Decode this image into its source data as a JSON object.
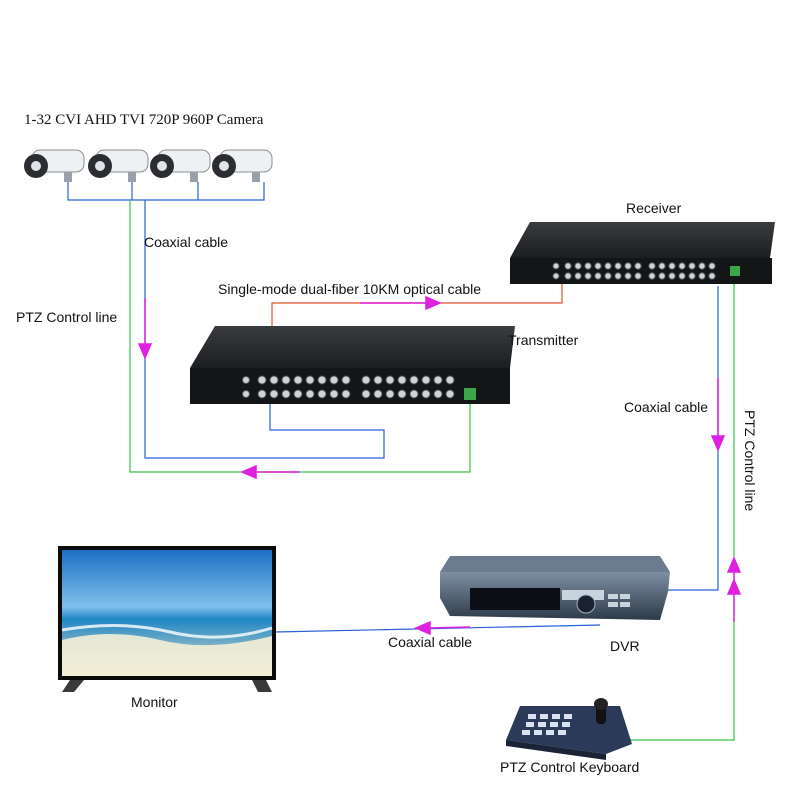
{
  "labels": {
    "camera": "1-32 CVI AHD TVI 720P 960P Camera",
    "coax_top": "Coaxial cable",
    "optical": "Single-mode dual-fiber 10KM optical cable",
    "ptz_left": "PTZ Control line",
    "receiver": "Receiver",
    "transmitter": "Transmitter",
    "coax_right": "Coaxial cable",
    "ptz_right": "PTZ Control line",
    "dvr": "DVR",
    "coax_bottom": "Coaxial cable",
    "monitor": "Monitor",
    "keyboard": "PTZ Control Keyboard"
  },
  "colors": {
    "coax": "#2a5fd6",
    "ptz": "#35c24a",
    "fiber": "#e0502a",
    "arrow": "#e020e0"
  },
  "icons": [
    "camera-icon",
    "receiver-device-icon",
    "transmitter-device-icon",
    "dvr-device-icon",
    "monitor-icon",
    "ptz-keyboard-icon"
  ]
}
